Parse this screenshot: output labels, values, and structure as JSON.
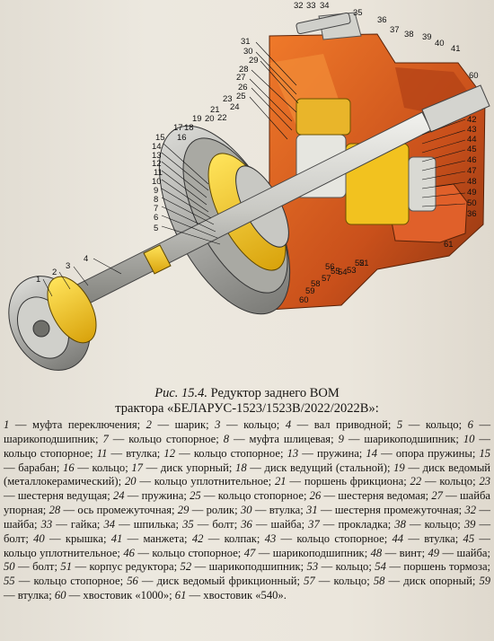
{
  "figure": {
    "caption_number": "Рис. 15.4.",
    "caption_title": "Редуктор заднего ВОМ",
    "caption_subtitle": "трактора «БЕЛАРУС-1523/1523В/2022/2022В»:",
    "callout_numbers": [
      "1",
      "2",
      "3",
      "4",
      "5",
      "6",
      "7",
      "8",
      "9",
      "10",
      "11",
      "12",
      "13",
      "14",
      "15",
      "16",
      "17",
      "18",
      "19",
      "20",
      "21",
      "22",
      "23",
      "24",
      "25",
      "26",
      "27",
      "28",
      "29",
      "30",
      "31",
      "32",
      "33",
      "34",
      "35",
      "36",
      "37",
      "38",
      "39",
      "40",
      "41",
      "42",
      "43",
      "44",
      "45",
      "46",
      "47",
      "48",
      "49",
      "50",
      "51",
      "52",
      "53",
      "54",
      "55",
      "56",
      "57",
      "58",
      "59",
      "60",
      "61"
    ]
  },
  "legend": [
    {
      "num": "1",
      "text": "муфта переключения"
    },
    {
      "num": "2",
      "text": "шарик"
    },
    {
      "num": "3",
      "text": "кольцо"
    },
    {
      "num": "4",
      "text": "вал приводной"
    },
    {
      "num": "5",
      "text": "кольцо"
    },
    {
      "num": "6",
      "text": "шарикоподшипник"
    },
    {
      "num": "7",
      "text": "кольцо стопорное"
    },
    {
      "num": "8",
      "text": "муфта шлицевая"
    },
    {
      "num": "9",
      "text": "шарикоподшипник"
    },
    {
      "num": "10",
      "text": "кольцо стопорное"
    },
    {
      "num": "11",
      "text": "втулка"
    },
    {
      "num": "12",
      "text": "кольцо стопорное"
    },
    {
      "num": "13",
      "text": "пружина"
    },
    {
      "num": "14",
      "text": "опора пружины"
    },
    {
      "num": "15",
      "text": "барабан"
    },
    {
      "num": "16",
      "text": "кольцо"
    },
    {
      "num": "17",
      "text": "диск упорный"
    },
    {
      "num": "18",
      "text": "диск ведущий (стальной)"
    },
    {
      "num": "19",
      "text": "диск ведомый (металлокерамический)"
    },
    {
      "num": "20",
      "text": "кольцо уплотнительное"
    },
    {
      "num": "21",
      "text": "поршень фрикциона"
    },
    {
      "num": "22",
      "text": "кольцо"
    },
    {
      "num": "23",
      "text": "шестерня ведущая"
    },
    {
      "num": "24",
      "text": "пружина"
    },
    {
      "num": "25",
      "text": "кольцо стопорное"
    },
    {
      "num": "26",
      "text": "шестерня ведомая"
    },
    {
      "num": "27",
      "text": "шайба упорная"
    },
    {
      "num": "28",
      "text": "ось промежуточная"
    },
    {
      "num": "29",
      "text": "ролик"
    },
    {
      "num": "30",
      "text": "втулка"
    },
    {
      "num": "31",
      "text": "шестерня промежуточная"
    },
    {
      "num": "32",
      "text": "шайба"
    },
    {
      "num": "33",
      "text": "гайка"
    },
    {
      "num": "34",
      "text": "шпилька"
    },
    {
      "num": "35",
      "text": "болт"
    },
    {
      "num": "36",
      "text": "шайба"
    },
    {
      "num": "37",
      "text": "прокладка"
    },
    {
      "num": "38",
      "text": "кольцо"
    },
    {
      "num": "39",
      "text": "болт"
    },
    {
      "num": "40",
      "text": "крышка"
    },
    {
      "num": "41",
      "text": "манжета"
    },
    {
      "num": "42",
      "text": "колпак"
    },
    {
      "num": "43",
      "text": "кольцо стопорное"
    },
    {
      "num": "44",
      "text": "втулка"
    },
    {
      "num": "45",
      "text": "кольцо уплотнительное"
    },
    {
      "num": "46",
      "text": "кольцо стопорное"
    },
    {
      "num": "47",
      "text": "шарикоподшипник"
    },
    {
      "num": "48",
      "text": "винт"
    },
    {
      "num": "49",
      "text": "шайба"
    },
    {
      "num": "50",
      "text": "болт"
    },
    {
      "num": "51",
      "text": "корпус редуктора"
    },
    {
      "num": "52",
      "text": "шарикоподшипник"
    },
    {
      "num": "53",
      "text": "кольцо"
    },
    {
      "num": "54",
      "text": "поршень тормоза"
    },
    {
      "num": "55",
      "text": "кольцо стопорное"
    },
    {
      "num": "56",
      "text": "диск ведомый фрикционный"
    },
    {
      "num": "57",
      "text": "кольцо"
    },
    {
      "num": "58",
      "text": "диск опорный"
    },
    {
      "num": "59",
      "text": "втулка"
    },
    {
      "num": "60",
      "text": "хвостовик «1000»"
    },
    {
      "num": "61",
      "text": "хвостовик «540»"
    }
  ]
}
